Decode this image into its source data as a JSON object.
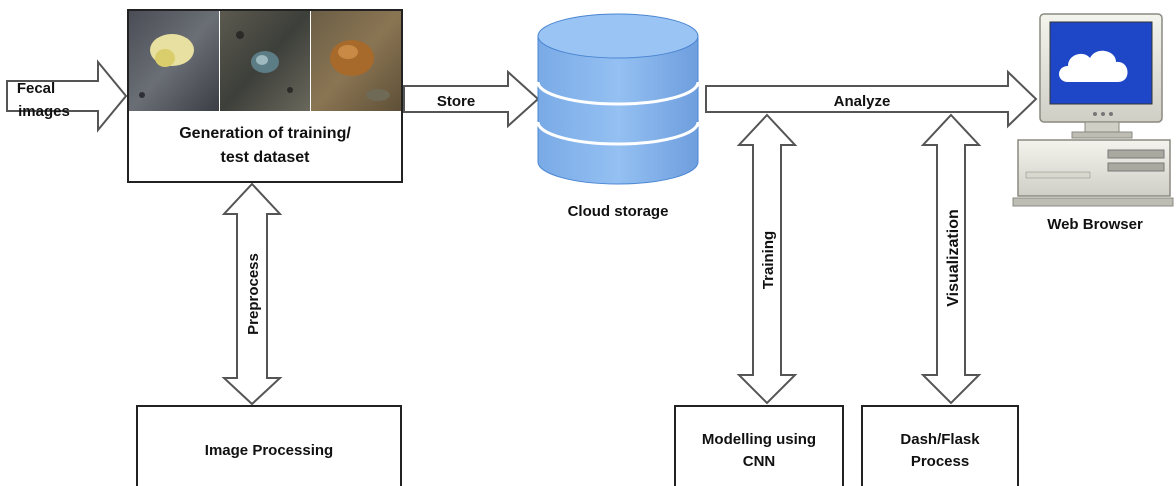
{
  "input": {
    "label_line1": "Fecal",
    "label_line2": "images"
  },
  "dataset_box": {
    "label_line1": "Generation of training/",
    "label_line2": "test dataset"
  },
  "arrows": {
    "store": "Store",
    "analyze": "Analyze",
    "preprocess": "Preprocess",
    "training": "Training",
    "visualization": "Visualization"
  },
  "cloud": {
    "label": "Cloud storage"
  },
  "browser": {
    "label": "Web Browser"
  },
  "boxes": {
    "image_processing": "Image Processing",
    "modelling_line1": "Modelling using",
    "modelling_line2": "CNN",
    "dash_line1": "Dash/Flask",
    "dash_line2": "Process"
  },
  "colors": {
    "stroke": "#555555",
    "cylinder_fill": "#86b5ee",
    "cylinder_edge": "#3f7fce",
    "monitor_screen": "#1e47c8",
    "cloud_fill": "#ffffff"
  }
}
